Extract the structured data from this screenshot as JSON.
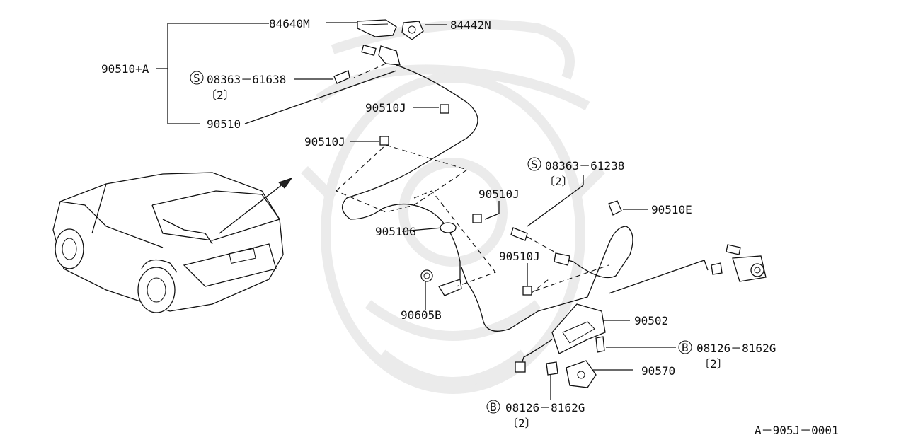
{
  "diagram": {
    "parts": {
      "p84640M": "84640M",
      "p84442N": "84442N",
      "p90510A": "90510+A",
      "screw1": "08363－61638",
      "screw1_qty": "〔2〕",
      "p90510": "90510",
      "p90510J_1": "90510J",
      "p90510J_2": "90510J",
      "p90510J_3": "90510J",
      "p90510J_4": "90510J",
      "p90510G": "90510G",
      "p90605B": "90605B",
      "screw2": "08363－61238",
      "screw2_qty": "〔2〕",
      "p90510E": "90510E",
      "p90502": "90502",
      "bolt1": "08126－8162G",
      "bolt1_qty": "〔2〕",
      "p90570": "90570",
      "bolt2": "08126－8162G",
      "bolt2_qty": "〔2〕"
    },
    "symbol_S": "S",
    "symbol_B": "B",
    "diagram_code": "A－905J－0001"
  }
}
